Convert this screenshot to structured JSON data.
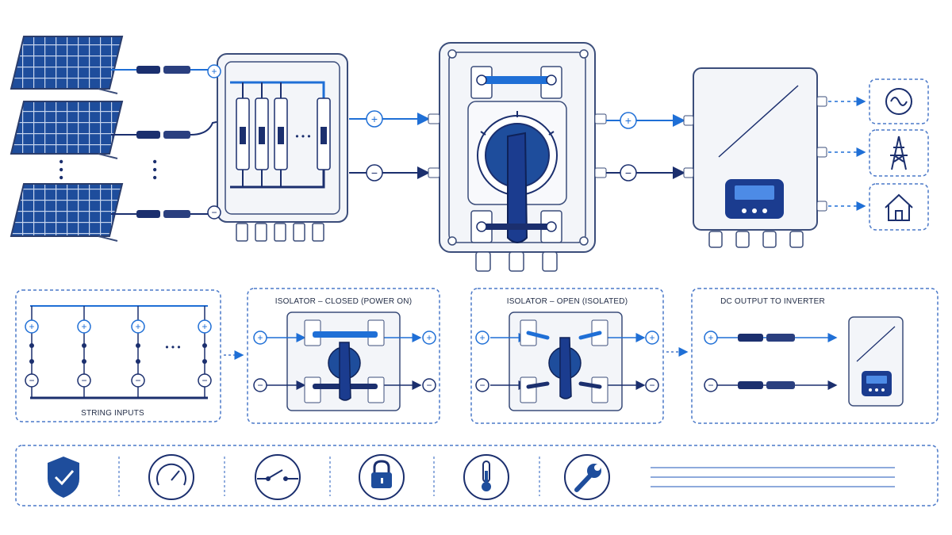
{
  "colors": {
    "navy": "#1b2f6e",
    "blue": "#1f6fd6",
    "panel_blue": "#1e4d9c",
    "outline": "#3b4d7a",
    "light_fill": "#f3f5f9",
    "dash": "#4a78c8"
  },
  "symbols": {
    "plus": "+",
    "minus": "−",
    "ellipsis": "• • •"
  },
  "panels": {
    "string_inputs": {
      "label": "STRING INPUTS"
    },
    "isolator_closed": {
      "label": "ISOLATOR – CLOSED (POWER ON)"
    },
    "isolator_open": {
      "label": "ISOLATOR – OPEN (ISOLATED)"
    },
    "dc_output": {
      "label": "DC OUTPUT TO INVERTER"
    }
  },
  "outputs": [
    {
      "icon": "ac-sine-icon"
    },
    {
      "icon": "transmission-tower-icon"
    },
    {
      "icon": "house-icon"
    }
  ],
  "footer_icons": [
    "shield-check-icon",
    "gauge-icon",
    "switch-icon",
    "padlock-icon",
    "thermometer-icon",
    "wrench-icon"
  ]
}
